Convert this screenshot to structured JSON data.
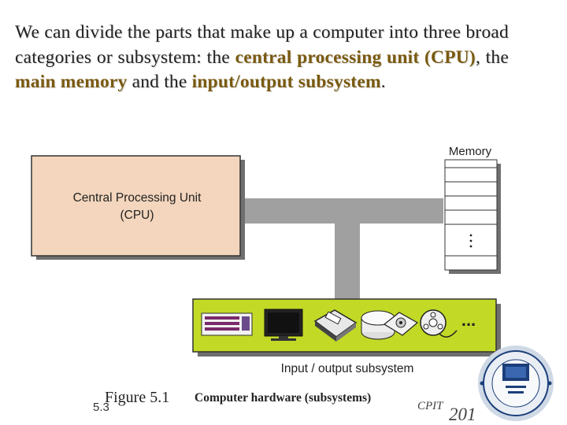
{
  "intro": {
    "part1": "We can divide the parts that make up a computer into three broad categories or subsystem: the ",
    "kw1": "central processing unit (CPU)",
    "part2": ", the ",
    "kw2": "main memory",
    "part3": " and the ",
    "kw3": "input/output subsystem",
    "part4": "."
  },
  "diagram": {
    "cpu_line1": "Central Processing Unit",
    "cpu_line2": "(CPU)",
    "memory_label": "Memory",
    "io_label": "Input / output subsystem",
    "ellipsis": "..."
  },
  "caption": {
    "figure": "Figure 5.1",
    "description": "Computer hardware (subsystems)"
  },
  "footer": {
    "slide_number": "5.3",
    "brand": "CPIT",
    "year": "201"
  },
  "colors": {
    "cpu_fill": "#f3d6bd",
    "io_fill": "#c2da26",
    "bus": "#a0a0a0",
    "keyword": "#7a5a10"
  },
  "icons": [
    "keyboard-icon",
    "monitor-icon",
    "printer-icon",
    "disk-drive-icon",
    "cd-drive-icon",
    "tape-reel-icon",
    "university-seal-icon"
  ]
}
